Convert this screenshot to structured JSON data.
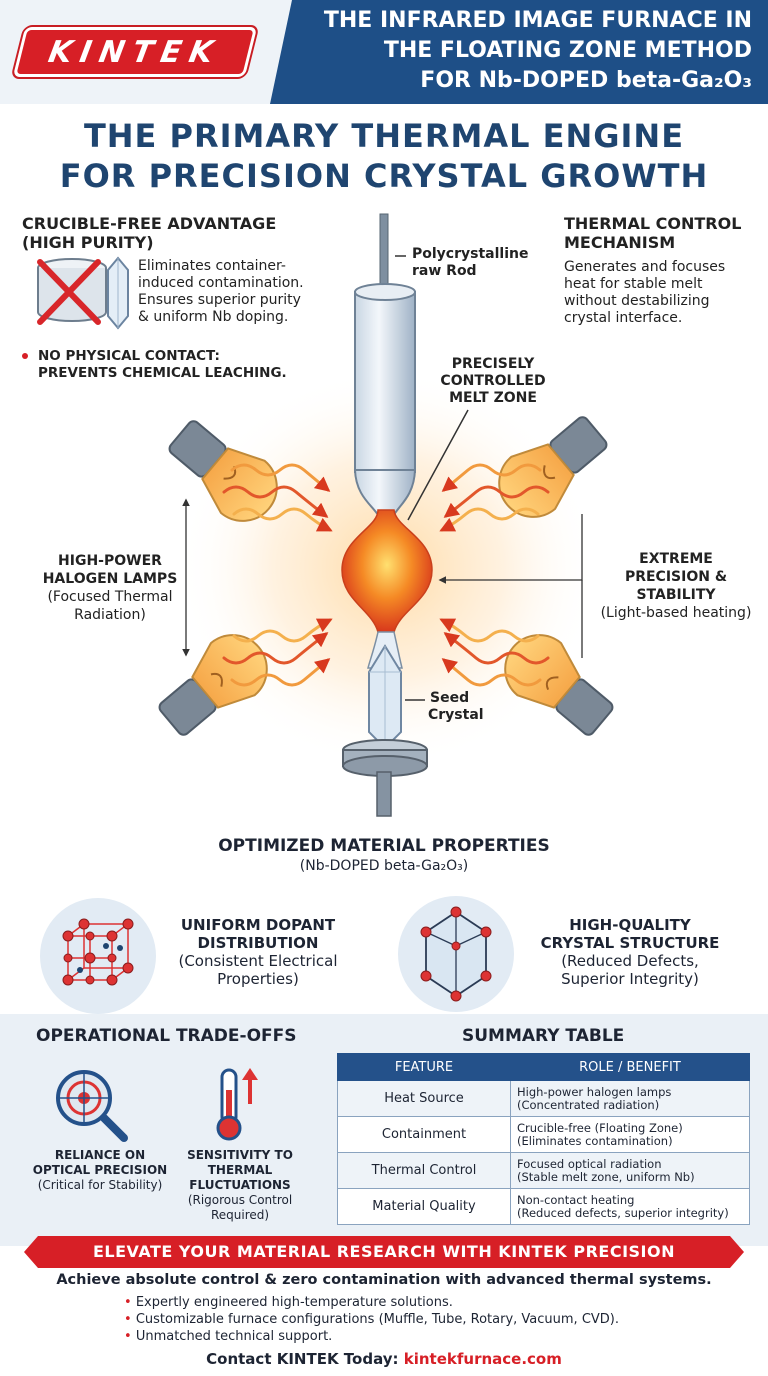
{
  "header": {
    "logo": "KINTEK",
    "title_lines": [
      "THE INFRARED IMAGE FURNACE IN",
      "THE FLOATING ZONE METHOD",
      "FOR Nb-DOPED beta-Ga₂O₃"
    ]
  },
  "main_title": {
    "line1": "THE PRIMARY THERMAL ENGINE",
    "line2": "FOR PRECISION CRYSTAL GROWTH"
  },
  "crucible": {
    "heading_lines": [
      "CRUCIBLE-FREE ADVANTAGE",
      "(HIGH PURITY)"
    ],
    "desc_lines": [
      "Eliminates container-",
      "induced contamination.",
      "Ensures superior purity",
      "& uniform Nb doping."
    ],
    "note_lines": [
      "NO PHYSICAL CONTACT:",
      "PREVENTS CHEMICAL LEACHING."
    ]
  },
  "thermal_control": {
    "heading_lines": [
      "THERMAL CONTROL",
      "MECHANISM"
    ],
    "desc_lines": [
      "Generates and focuses",
      "heat for stable melt",
      "without destabilizing",
      "crystal interface."
    ]
  },
  "diagram": {
    "rod_label_lines": [
      "Polycrystalline",
      "raw Rod"
    ],
    "melt_label_lines": [
      "PRECISELY",
      "CONTROLLED",
      "MELT ZONE"
    ],
    "seed_label_lines": [
      "Seed",
      "Crystal"
    ],
    "lamps_label": {
      "bold_lines": [
        "HIGH-POWER",
        "HALOGEN LAMPS"
      ],
      "normal_lines": [
        "(Focused Thermal",
        "Radiation)"
      ]
    },
    "precision_label": {
      "bold_lines": [
        "EXTREME",
        "PRECISION &",
        "STABILITY"
      ],
      "normal_lines": [
        "(Light-based heating)"
      ]
    }
  },
  "materials": {
    "title": "OPTIMIZED MATERIAL PROPERTIES",
    "subtitle": "(Nb-DOPED beta-Ga₂O₃)",
    "items": [
      {
        "bold_lines": [
          "UNIFORM DOPANT",
          "DISTRIBUTION"
        ],
        "normal_lines": [
          "(Consistent Electrical",
          "Properties)"
        ],
        "icon": "lattice-icon"
      },
      {
        "bold_lines": [
          "HIGH-QUALITY",
          "CRYSTAL STRUCTURE"
        ],
        "normal_lines": [
          "(Reduced Defects,",
          "Superior Integrity)"
        ],
        "icon": "crystal-structure-icon"
      }
    ]
  },
  "tradeoffs": {
    "title": "OPERATIONAL TRADE-OFFS",
    "items": [
      {
        "bold_lines": [
          "RELIANCE ON",
          "OPTICAL PRECISION"
        ],
        "normal_lines": [
          "(Critical for Stability)"
        ],
        "icon": "target-magnifier-icon"
      },
      {
        "bold_lines": [
          "SENSITIVITY TO",
          "THERMAL",
          "FLUCTUATIONS"
        ],
        "normal_lines": [
          "(Rigorous Control",
          "Required)"
        ],
        "icon": "thermometer-icon"
      }
    ]
  },
  "summary": {
    "title": "SUMMARY TABLE",
    "headers": [
      "FEATURE",
      "ROLE / BENEFIT"
    ],
    "rows": [
      {
        "feature": "Heat Source",
        "role": "High-power halogen lamps",
        "detail": "(Concentrated radiation)"
      },
      {
        "feature": "Containment",
        "role": "Crucible-free (Floating Zone)",
        "detail": "(Eliminates contamination)"
      },
      {
        "feature": "Thermal Control",
        "role": "Focused optical radiation",
        "detail": "(Stable melt zone, uniform Nb)"
      },
      {
        "feature": "Material Quality",
        "role": "Non-contact heating",
        "detail": "(Reduced defects, superior integrity)"
      }
    ]
  },
  "cta": {
    "banner": "ELEVATE YOUR MATERIAL RESEARCH WITH KINTEK PRECISION",
    "subtitle": "Achieve absolute control & zero contamination with advanced thermal systems.",
    "bullets": [
      "Expertly engineered high-temperature solutions.",
      "Customizable furnace configurations (Muffle, Tube, Rotary, Vacuum, CVD).",
      "Unmatched technical support."
    ],
    "contact_prefix": "Contact KINTEK Today:",
    "contact_link": "kintekfurnace.com"
  },
  "colors": {
    "brand_red": "#d71f26",
    "brand_blue": "#1e4f87",
    "title_blue": "#1f4570",
    "melt_orange": "#f07a22"
  }
}
